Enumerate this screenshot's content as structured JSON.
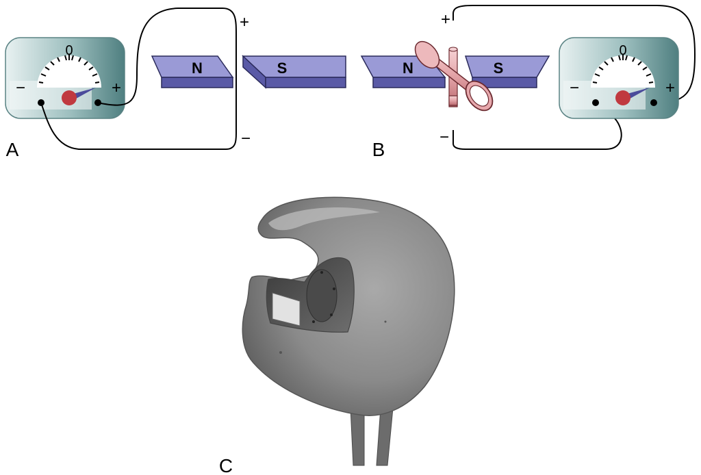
{
  "panels": [
    {
      "label": "A",
      "meter": {
        "zero": "0",
        "minus": "−",
        "plus": "+"
      },
      "magnets": [
        {
          "pole": "N"
        },
        {
          "pole": "S"
        }
      ],
      "lead_plus": "+",
      "lead_minus": "−"
    },
    {
      "label": "B",
      "meter": {
        "zero": "0",
        "minus": "−",
        "plus": "+"
      },
      "magnets": [
        {
          "pole": "N"
        },
        {
          "pole": "S"
        }
      ],
      "lead_plus": "+",
      "lead_minus": "−"
    },
    {
      "label": "C"
    }
  ],
  "colors": {
    "magnet_top": "#9a9ad6",
    "magnet_side": "#5a5aa6",
    "meter_face": "#6f9c9c",
    "needle_hub": "#c0393f",
    "needle": "#4b4b9b",
    "conductor": "#e3a6aa",
    "photo_grey": "#8c8c8c"
  }
}
